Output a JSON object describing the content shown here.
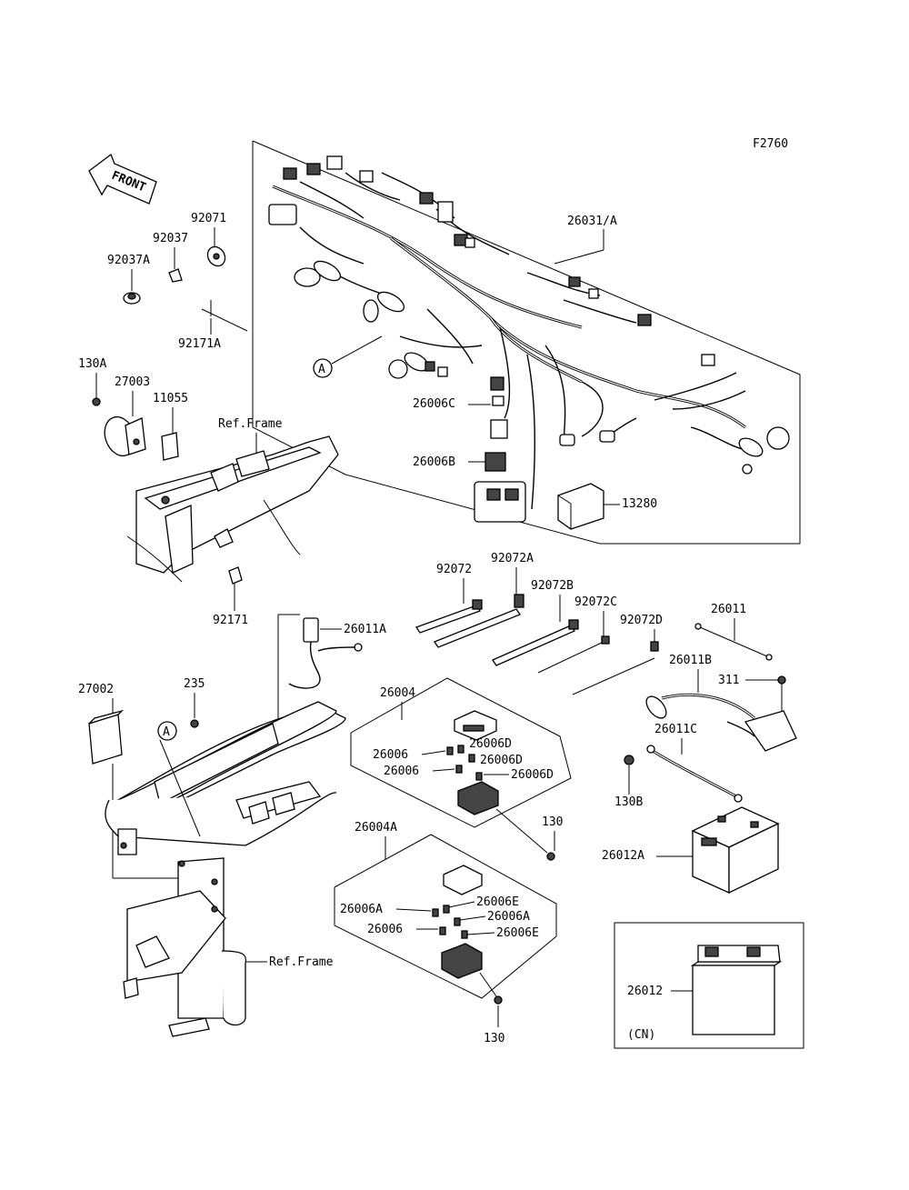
{
  "figure_code": "F2760",
  "front_label": "FRONT",
  "callout_a": "A",
  "labels": {
    "harness": "26031/A",
    "p92071": "92071",
    "p92037": "92037",
    "p92037A": "92037A",
    "p92171A": "92171A",
    "p130A": "130A",
    "p27003": "27003",
    "p11055": "11055",
    "ref_frame_top": "Ref.Frame",
    "p26006C": "26006C",
    "p26006B": "26006B",
    "p13280": "13280",
    "p92171": "92171",
    "p92072": "92072",
    "p92072A": "92072A",
    "p92072B": "92072B",
    "p92072C": "92072C",
    "p92072D": "92072D",
    "p26011": "26011",
    "p26011A": "26011A",
    "p26011B": "26011B",
    "p311": "311",
    "p26011C": "26011C",
    "p130B": "130B",
    "p26012A": "26012A",
    "p26012": "26012",
    "cn": "(CN)",
    "p27002": "27002",
    "p235": "235",
    "p26004": "26004",
    "p26006D_1": "26006D",
    "p26006_1": "26006",
    "p26006D_2": "26006D",
    "p26006_2": "26006",
    "p26006D_3": "26006D",
    "p130_1": "130",
    "p26004A": "26004A",
    "p26006A_1": "26006A",
    "p26006E_1": "26006E",
    "p26006A_2": "26006A",
    "p26006_3": "26006",
    "p26006E_2": "26006E",
    "ref_frame_bottom": "Ref.Frame",
    "p130_2": "130"
  }
}
